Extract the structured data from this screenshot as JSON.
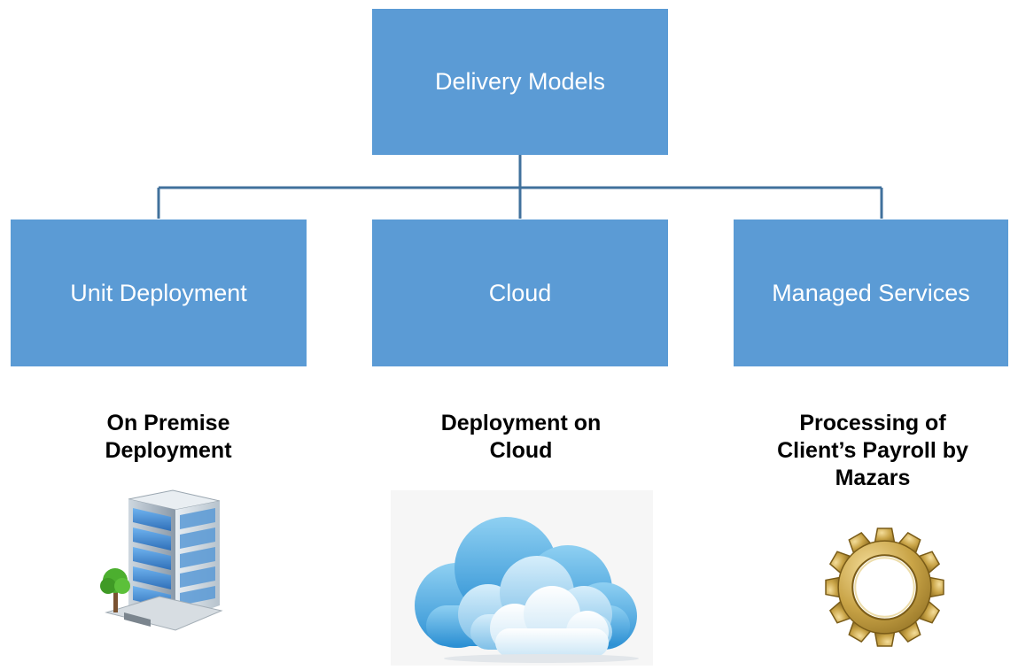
{
  "colors": {
    "box_fill": "#5b9bd5",
    "connector": "#41719c",
    "box_text": "#ffffff",
    "caption_text": "#000000"
  },
  "diagram": {
    "root": {
      "label": "Delivery Models"
    },
    "children": [
      {
        "label": "Unit Deployment",
        "caption_lines": [
          "On Premise",
          "Deployment"
        ],
        "icon": "office-building-icon"
      },
      {
        "label": "Cloud",
        "caption_lines": [
          "Deployment on",
          "Cloud"
        ],
        "icon": "cloud-icon"
      },
      {
        "label": "Managed Services",
        "caption_lines": [
          "Processing of",
          "Client’s Payroll by",
          "Mazars"
        ],
        "icon": "gear-icon"
      }
    ]
  }
}
